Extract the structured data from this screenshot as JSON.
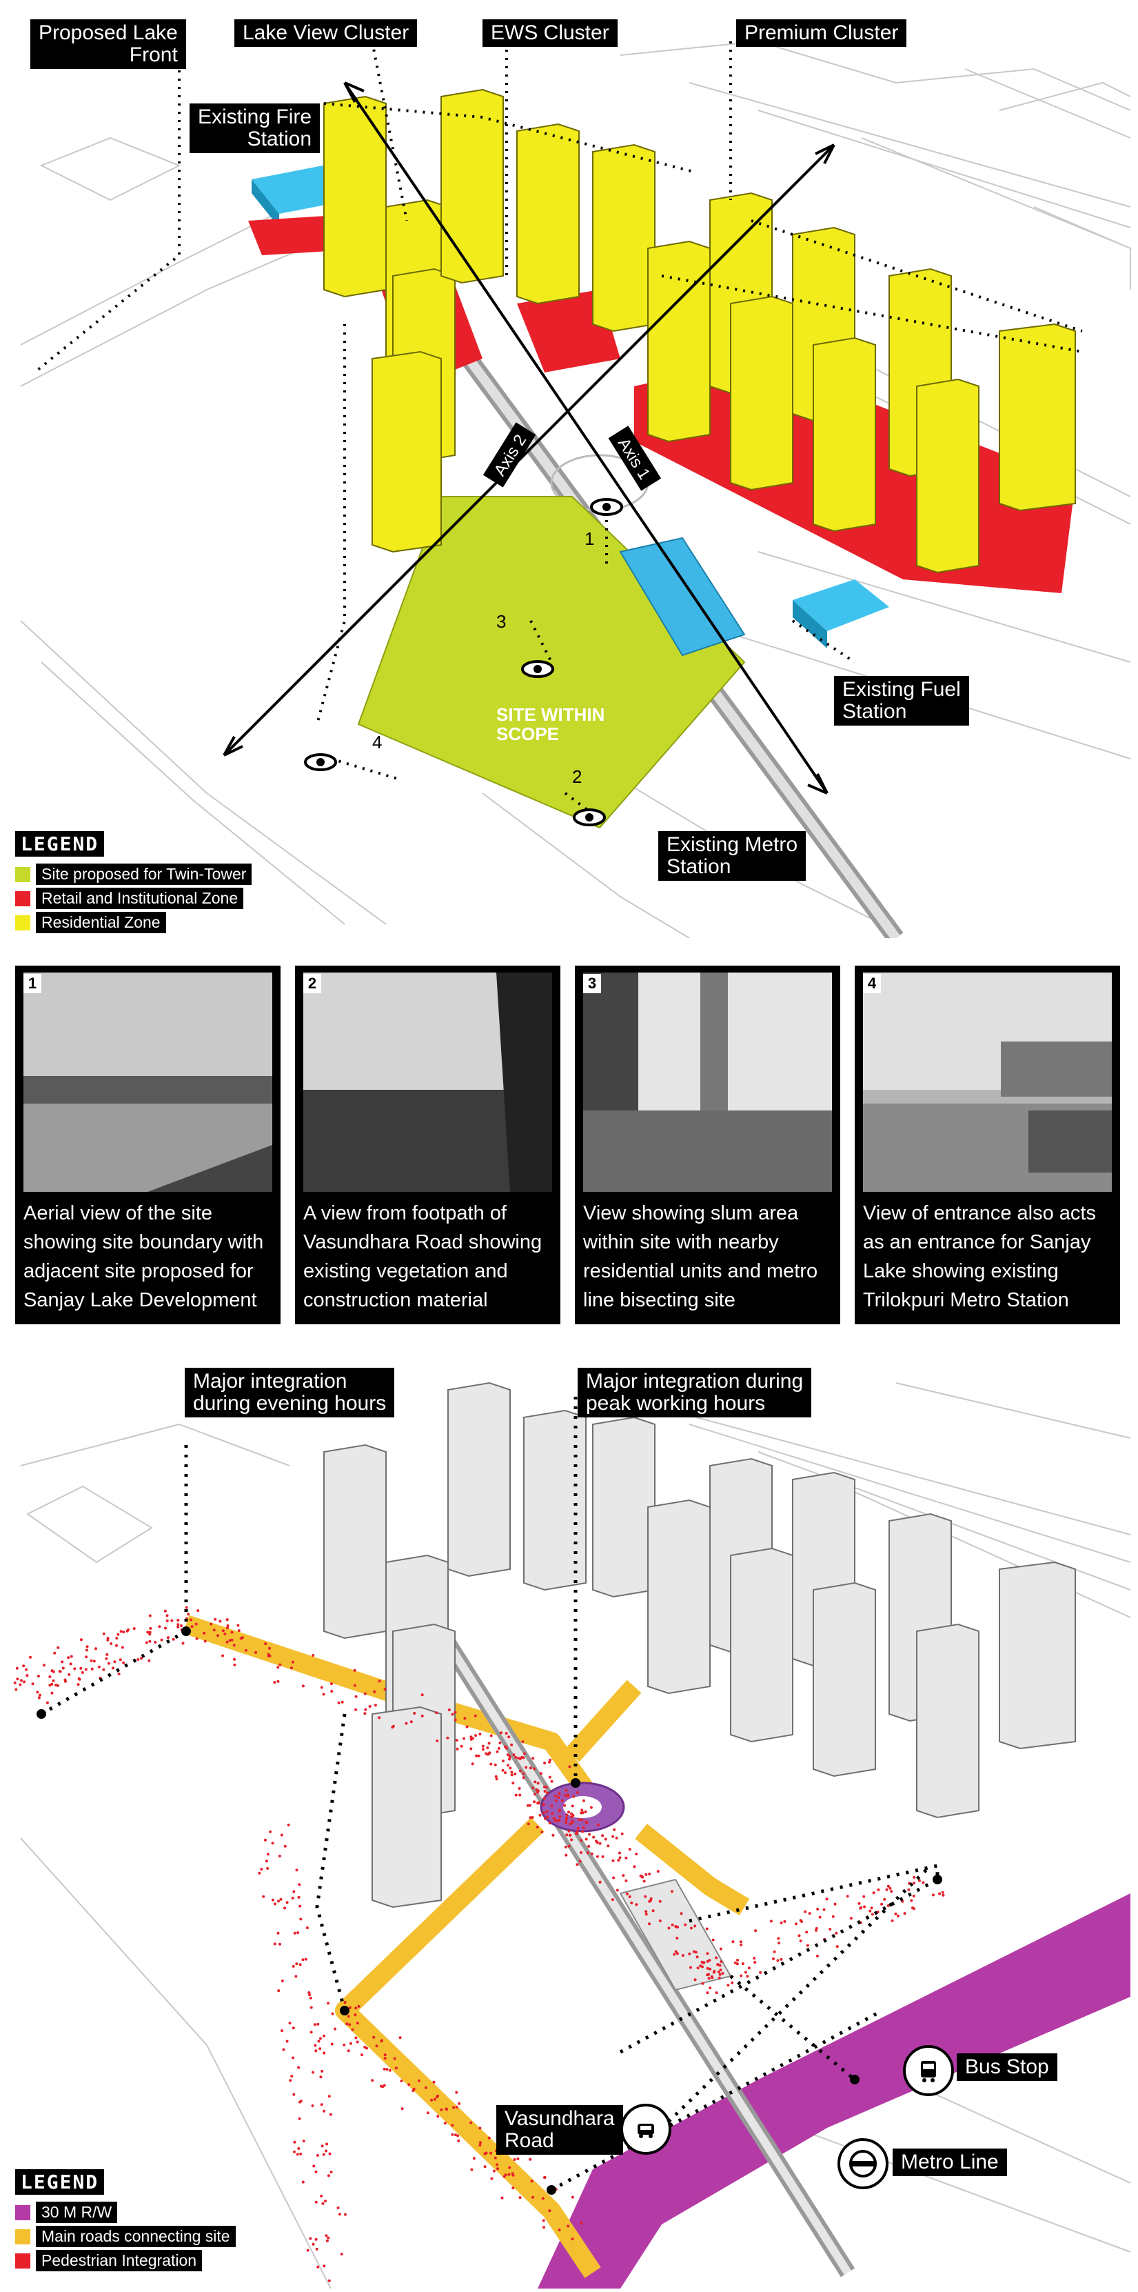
{
  "top_map": {
    "callouts": {
      "proposed_lake_front": "Proposed Lake\nFront",
      "lake_view_cluster": "Lake View Cluster",
      "ews_cluster": "EWS Cluster",
      "premium_cluster": "Premium Cluster",
      "existing_fire_station": "Existing Fire\nStation",
      "existing_fuel_station": "Existing Fuel\nStation",
      "existing_metro_station": "Existing Metro\nStation"
    },
    "axis_labels": {
      "axis1": "Axis 1",
      "axis2": "Axis 2"
    },
    "site_label": "SITE WITHIN\nSCOPE",
    "viewpoints": [
      "1",
      "2",
      "3",
      "4"
    ],
    "legend": {
      "title": "LEGEND",
      "items": [
        {
          "label": "Site proposed for Twin-Tower",
          "color": "#c5d92a"
        },
        {
          "label": "Retail and Institutional Zone",
          "color": "#e8202a"
        },
        {
          "label": "Residential Zone",
          "color": "#f2ec1c"
        }
      ]
    }
  },
  "photos": [
    {
      "number": "1",
      "caption": "Aerial view of the site showing site boundary with adjacent site proposed for Sanjay Lake Development"
    },
    {
      "number": "2",
      "caption": "A view from footpath of Vasundhara Road showing existing vegetation and construction material"
    },
    {
      "number": "3",
      "caption": "View showing slum area within site with nearby residential units and metro line bisecting site"
    },
    {
      "number": "4",
      "caption": "View of entrance also acts as an entrance for Sanjay Lake showing existing Trilokpuri Metro Station"
    }
  ],
  "bottom_map": {
    "callouts": {
      "evening": "Major integration\nduring evening hours",
      "peak": "Major integration during\npeak working hours",
      "vasundhara_road": "Vasundhara\nRoad",
      "bus_stop": "Bus Stop",
      "metro_line": "Metro Line"
    },
    "legend": {
      "title": "LEGEND",
      "items": [
        {
          "label": "30 M R/W",
          "color": "#b43aa6"
        },
        {
          "label": "Main roads connecting site",
          "color": "#f4c030"
        },
        {
          "label": "Pedestrian Integration",
          "color": "#e8202a"
        }
      ]
    }
  }
}
